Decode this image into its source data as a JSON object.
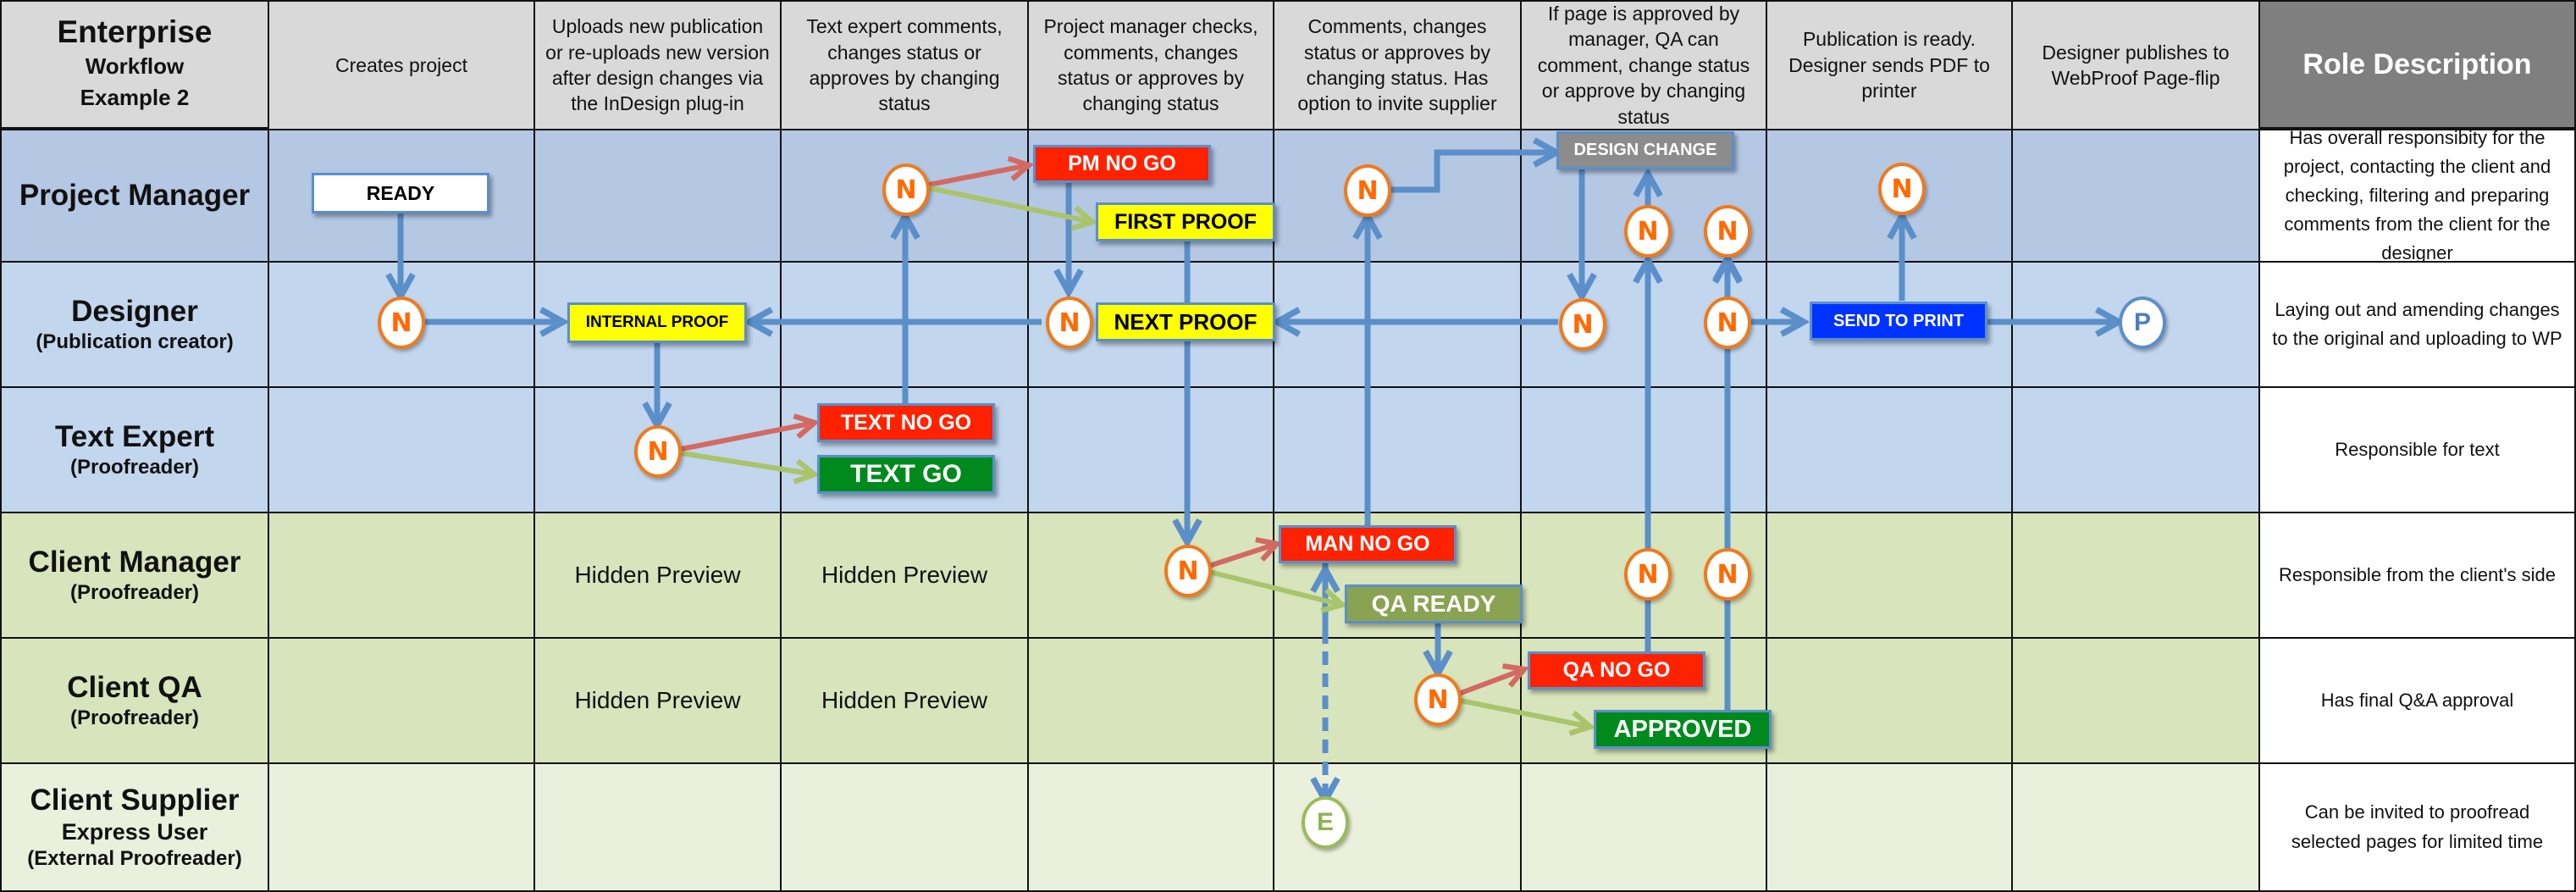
{
  "title": {
    "line1": "Enterprise",
    "line2": "Workflow",
    "line3": "Example 2"
  },
  "columns": [
    "Creates project",
    "Uploads new publication or re-uploads new version after design changes via the InDesign plug-in",
    "Text expert comments, changes status or approves by changing status",
    "Project manager checks, comments, changes status or approves by changing status",
    "Comments, changes status or approves by changing status. Has option to invite supplier",
    "If page is approved by manager, QA can comment, change status or approve by changing status",
    "Publication is ready. Designer sends PDF to printer",
    "Designer publishes to WebProof Page-flip"
  ],
  "role_description_header": "Role Description",
  "roles": [
    {
      "name": "Project Manager",
      "sub": "",
      "sub2": "",
      "color": "#b4c8e4",
      "description": "Has overall responsibity for the project, contacting the client and checking, filtering and preparing comments from the client for the designer"
    },
    {
      "name": "Designer",
      "sub": "(Publication creator)",
      "sub2": "",
      "color": "#c2d6ee",
      "description": "Laying out and amending changes to the original and uploading to WP"
    },
    {
      "name": "Text Expert",
      "sub": "(Proofreader)",
      "sub2": "",
      "color": "#c2d6ee",
      "description": "Responsible for text"
    },
    {
      "name": "Client Manager",
      "sub": "(Proofreader)",
      "sub2": "",
      "color": "#d8e4bc",
      "description": "Responsible from the client's side"
    },
    {
      "name": "Client QA",
      "sub": "(Proofreader)",
      "sub2": "",
      "color": "#d8e4bc",
      "description": "Has final Q&A approval"
    },
    {
      "name": "Client Supplier",
      "sub": "Express User",
      "sub2": "(External Proofreader)",
      "color": "#ebf0dd",
      "description": "Can be invited to proofread selected pages for limited time"
    }
  ],
  "hidden_preview_label": "Hidden Preview",
  "hidden_preview_cells": [
    {
      "row": 3,
      "col": 1
    },
    {
      "row": 3,
      "col": 2
    },
    {
      "row": 4,
      "col": 1
    },
    {
      "row": 4,
      "col": 2
    }
  ],
  "statuses": {
    "ready": {
      "label": "READY",
      "bg": "#ffffff",
      "fg": "#000000"
    },
    "internal_proof": {
      "label": "INTERNAL PROOF",
      "bg": "#ffff00",
      "fg": "#000000"
    },
    "text_no_go": {
      "label": "TEXT NO GO",
      "bg": "#ff2200",
      "fg": "#ffffff"
    },
    "text_go": {
      "label": "TEXT GO",
      "bg": "#008a1e",
      "fg": "#ffffff"
    },
    "pm_no_go": {
      "label": "PM NO GO",
      "bg": "#ff2200",
      "fg": "#ffffff"
    },
    "first_proof": {
      "label": "FIRST PROOF",
      "bg": "#ffff00",
      "fg": "#000000"
    },
    "next_proof": {
      "label": "NEXT PROOF",
      "bg": "#ffff00",
      "fg": "#000000"
    },
    "man_no_go": {
      "label": "MAN NO GO",
      "bg": "#ff2200",
      "fg": "#ffffff"
    },
    "qa_ready": {
      "label": "QA READY",
      "bg": "#8aa352",
      "fg": "#ffffff"
    },
    "design_change": {
      "label": "DESIGN CHANGE",
      "bg": "#8c8c8c",
      "fg": "#ffffff"
    },
    "qa_no_go": {
      "label": "QA NO GO",
      "bg": "#ff2200",
      "fg": "#ffffff"
    },
    "approved": {
      "label": "APPROVED",
      "bg": "#008a1e",
      "fg": "#ffffff"
    },
    "send_to_print": {
      "label": "SEND TO PRINT",
      "bg": "#0033ff",
      "fg": "#ffffff"
    }
  },
  "node_legend": {
    "notification": "N",
    "publish": "P",
    "express": "E"
  },
  "colors": {
    "flow_arrow": "#5b8fc9",
    "reject_arrow": "#d36a62",
    "approve_arrow": "#a9c46b",
    "header_bg": "#d9d9d9",
    "role_header_bg": "#7f7f7f"
  }
}
